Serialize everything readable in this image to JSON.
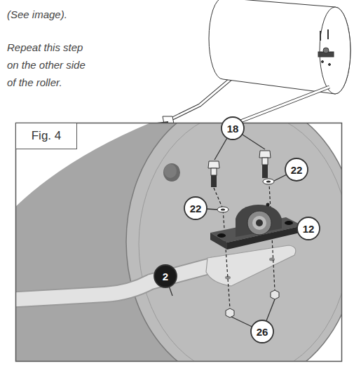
{
  "diagram": {
    "nodes": [
      {
        "text": [
          "Fig. 4"
        ]
      },
      {
        "text": [
          "18"
        ]
      },
      {
        "text": [
          "22"
        ]
      },
      {
        "text": [
          "22"
        ]
      },
      {
        "text": [
          "12"
        ]
      },
      {
        "text": [
          "2"
        ]
      },
      {
        "text": [
          "26"
        ]
      }
    ],
    "labels": [
      "(See image).",
      "Repeat this step on the other side of the roller."
    ]
  }
}
